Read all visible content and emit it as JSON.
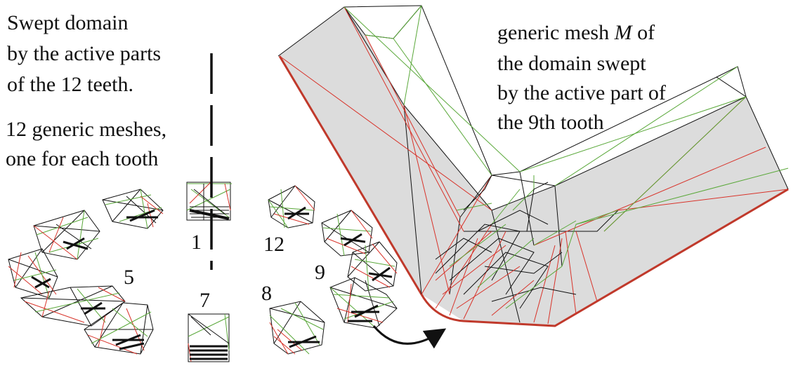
{
  "labels": {
    "swept_title_lines": [
      "Swept domain",
      "by the active parts",
      "of the 12 teeth."
    ],
    "generic_lines": [
      "12 generic meshes,",
      "one for each tooth"
    ],
    "mesh_caption": {
      "prefix": "generic mesh ",
      "symbol": "M",
      "suffix": " of",
      "lines": [
        "the domain swept",
        "by the active part of",
        "the 9th tooth"
      ]
    },
    "tooth_numbers": {
      "n1": "1",
      "n5": "5",
      "n7": "7",
      "n8": "8",
      "n9": "9",
      "n12": "12"
    }
  },
  "colors": {
    "wire_black": "#111111",
    "wire_red": "#d8332a",
    "wire_green": "#5aa83a",
    "domain_fill": "#dcdcdc",
    "boundary": "#c0392b"
  }
}
